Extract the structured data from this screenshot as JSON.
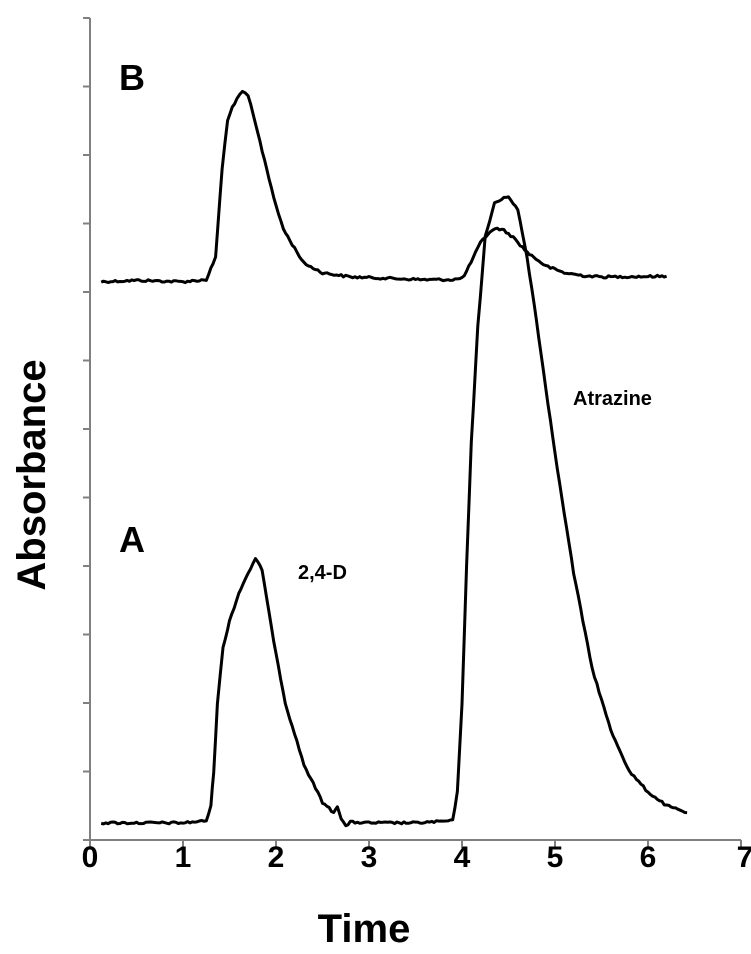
{
  "chart_data": {
    "type": "line",
    "title": "",
    "xlabel": "Time",
    "ylabel": "Absorbance",
    "xlim": [
      0,
      7
    ],
    "x_ticks": [
      0,
      1,
      2,
      3,
      4,
      5,
      6,
      7
    ],
    "y_tick_count": 13,
    "y_tick_labels_shown": false,
    "grid": false,
    "legend": "none",
    "line_color": "#000000",
    "panel_labels": [
      "B",
      "A"
    ],
    "annotations": [
      "2,4-D",
      "Atrazine"
    ],
    "y_units": "relative absorbance (0–12 tick scale, unlabeled)",
    "series": [
      {
        "name": "B",
        "x": [
          0.12,
          0.5,
          1.0,
          1.25,
          1.35,
          1.42,
          1.48,
          1.53,
          1.58,
          1.64,
          1.7,
          1.78,
          1.9,
          2.0,
          2.08,
          2.15,
          2.3,
          2.5,
          2.8,
          3.2,
          3.6,
          3.9,
          4.0,
          4.05,
          4.12,
          4.2,
          4.3,
          4.38,
          4.45,
          4.55,
          4.7,
          4.9,
          5.1,
          5.3,
          5.5,
          6.2
        ],
        "y": [
          8.15,
          8.17,
          8.15,
          8.18,
          8.5,
          9.8,
          10.5,
          10.7,
          10.82,
          10.92,
          10.87,
          10.45,
          9.8,
          9.25,
          8.92,
          8.75,
          8.42,
          8.28,
          8.22,
          8.2,
          8.18,
          8.18,
          8.2,
          8.3,
          8.5,
          8.72,
          8.88,
          8.93,
          8.9,
          8.8,
          8.58,
          8.38,
          8.28,
          8.24,
          8.22,
          8.23
        ]
      },
      {
        "name": "A",
        "x": [
          0.12,
          0.5,
          1.0,
          1.25,
          1.3,
          1.33,
          1.37,
          1.43,
          1.5,
          1.6,
          1.7,
          1.78,
          1.85,
          1.95,
          2.1,
          2.3,
          2.5,
          2.62,
          2.66,
          2.7,
          2.75,
          2.8,
          3.0,
          3.5,
          3.9,
          3.95,
          4.0,
          4.05,
          4.1,
          4.17,
          4.25,
          4.35,
          4.5,
          4.6,
          4.7,
          4.8,
          4.9,
          5.05,
          5.2,
          5.4,
          5.6,
          5.8,
          6.0,
          6.2,
          6.42
        ],
        "y": [
          0.25,
          0.25,
          0.25,
          0.28,
          0.5,
          1.0,
          2.0,
          2.8,
          3.2,
          3.6,
          3.9,
          4.1,
          3.95,
          3.1,
          2.0,
          1.1,
          0.55,
          0.4,
          0.5,
          0.32,
          0.2,
          0.26,
          0.25,
          0.25,
          0.28,
          0.7,
          2.0,
          4.0,
          5.8,
          7.5,
          8.8,
          9.3,
          9.4,
          9.2,
          8.5,
          7.6,
          6.6,
          5.2,
          3.9,
          2.5,
          1.6,
          1.0,
          0.7,
          0.5,
          0.4
        ]
      }
    ]
  }
}
